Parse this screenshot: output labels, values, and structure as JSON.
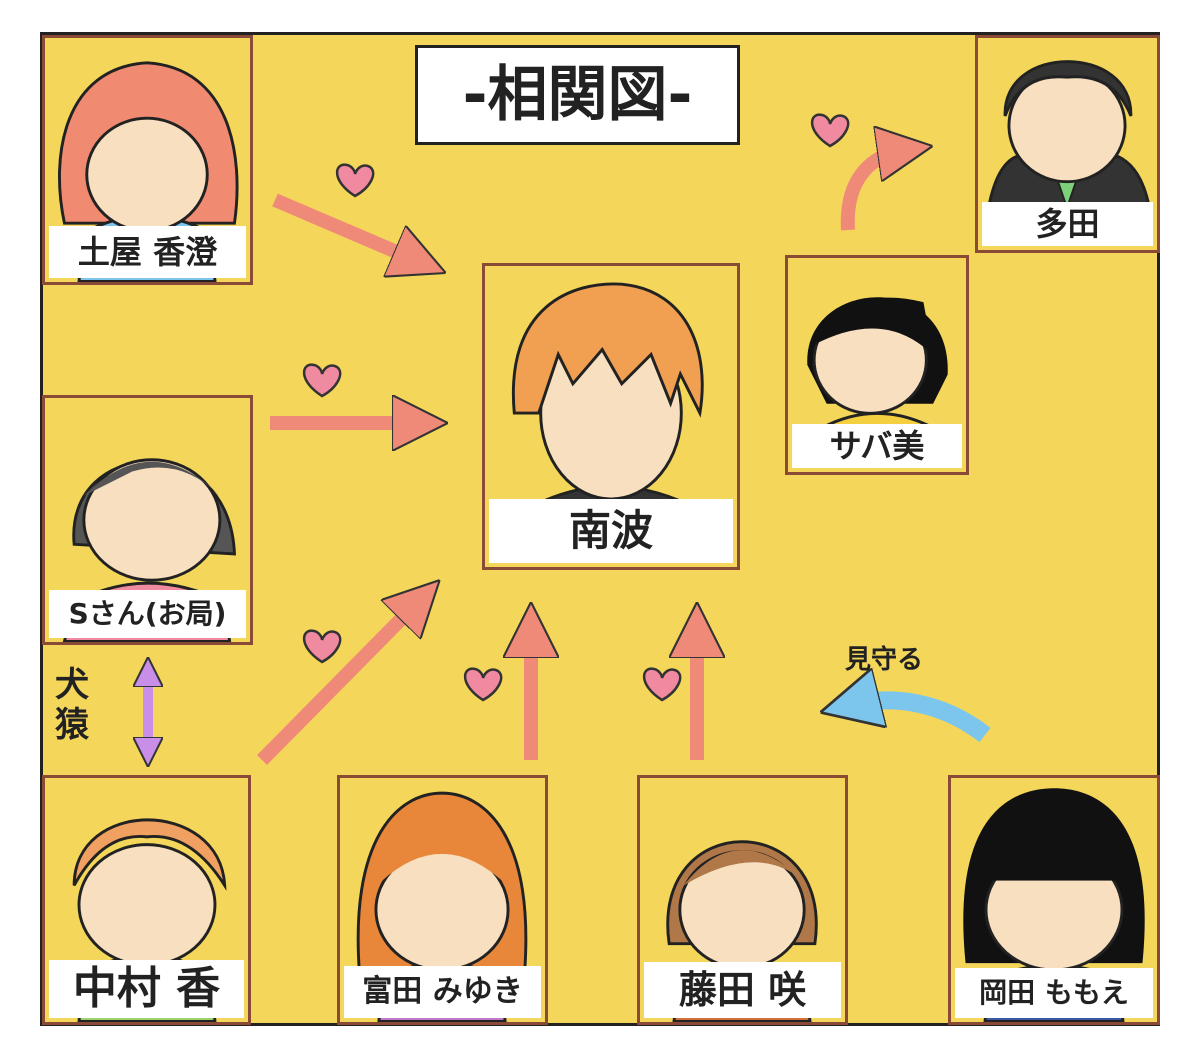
{
  "title": "-相関図-",
  "characters": {
    "tsuchiya": "土屋 香澄",
    "tada": "多田",
    "namba": "南波",
    "sabami": "サバ美",
    "s_san": "Sさん(お局)",
    "nakamura": "中村 香",
    "tomita": "富田 みゆき",
    "fujita": "藤田 咲",
    "okada": "岡田 ももえ"
  },
  "relations": {
    "kenen": "犬猿",
    "mimamoru": "見守る"
  },
  "colors": {
    "background": "#f4d75a",
    "arrow": "#f08a78",
    "heart": "#f08aa0",
    "watch_arrow": "#7cc6ee",
    "feud_arrow": "#c88ee8",
    "frame": "#8a4b36"
  }
}
